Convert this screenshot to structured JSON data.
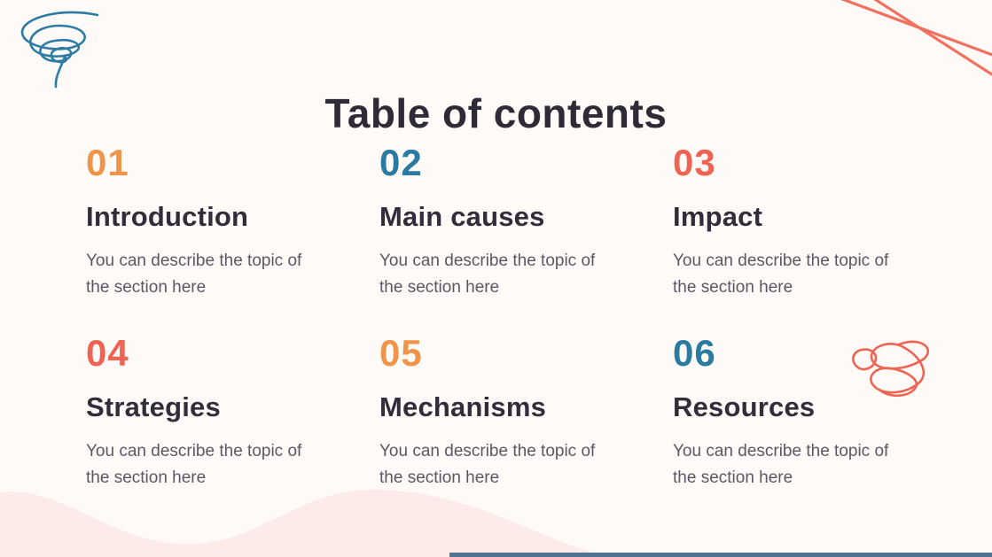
{
  "slide": {
    "title": "Table of contents",
    "sections": [
      {
        "number": "01",
        "title": "Introduction",
        "description": "You can describe the topic of the section here",
        "number_color": "#ef9449"
      },
      {
        "number": "02",
        "title": "Main causes",
        "description": "You can describe the topic of the section here",
        "number_color": "#2a7aa1"
      },
      {
        "number": "03",
        "title": "Impact",
        "description": "You can describe the topic of the section here",
        "number_color": "#ee6351"
      },
      {
        "number": "04",
        "title": "Strategies",
        "description": "You can describe the topic of the section here",
        "number_color": "#ee6351"
      },
      {
        "number": "05",
        "title": "Mechanisms",
        "description": "You can describe the topic of the section here",
        "number_color": "#ef9449"
      },
      {
        "number": "06",
        "title": "Resources",
        "description": "You can describe the topic of the section here",
        "number_color": "#2a7aa1"
      }
    ],
    "colors": {
      "background": "#fdfaf7",
      "title_text": "#2e2a36",
      "heading_text": "#312d3a",
      "body_text": "#5b5863",
      "orange_accent": "#ef9449",
      "blue_accent": "#2a7aa1",
      "coral_accent": "#ee6351",
      "wave_pink": "#fcebe8",
      "doodle_blue": "#2e7ca4",
      "doodle_coral": "#f1705e",
      "bottom_bar_blue": "#4f7390"
    },
    "decorations": [
      "tornado-scribble-top-left",
      "crossed-lines-top-right",
      "knot-scribble-right",
      "pink-wave-bottom",
      "bottom-bar"
    ]
  }
}
